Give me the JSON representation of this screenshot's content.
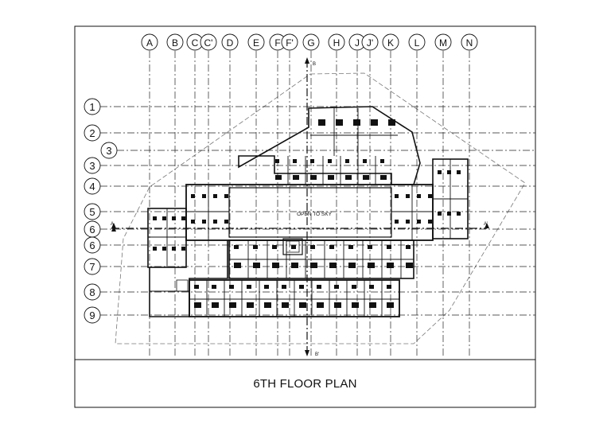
{
  "drawing": {
    "title": "6TH FLOOR PLAN",
    "courtyard_label": "OPEN TO SKY",
    "section_labels": {
      "top": "B",
      "bottom": "B'",
      "left": "A",
      "right": "A'"
    }
  },
  "grid": {
    "columns": [
      "A",
      "B",
      "C",
      "C'",
      "D",
      "E",
      "F",
      "F'",
      "G",
      "H",
      "J",
      "J'",
      "K",
      "L",
      "M",
      "N"
    ],
    "rows": [
      "1",
      "2",
      "3",
      "3",
      "4",
      "5",
      "6",
      "6",
      "7",
      "8",
      "9"
    ]
  }
}
